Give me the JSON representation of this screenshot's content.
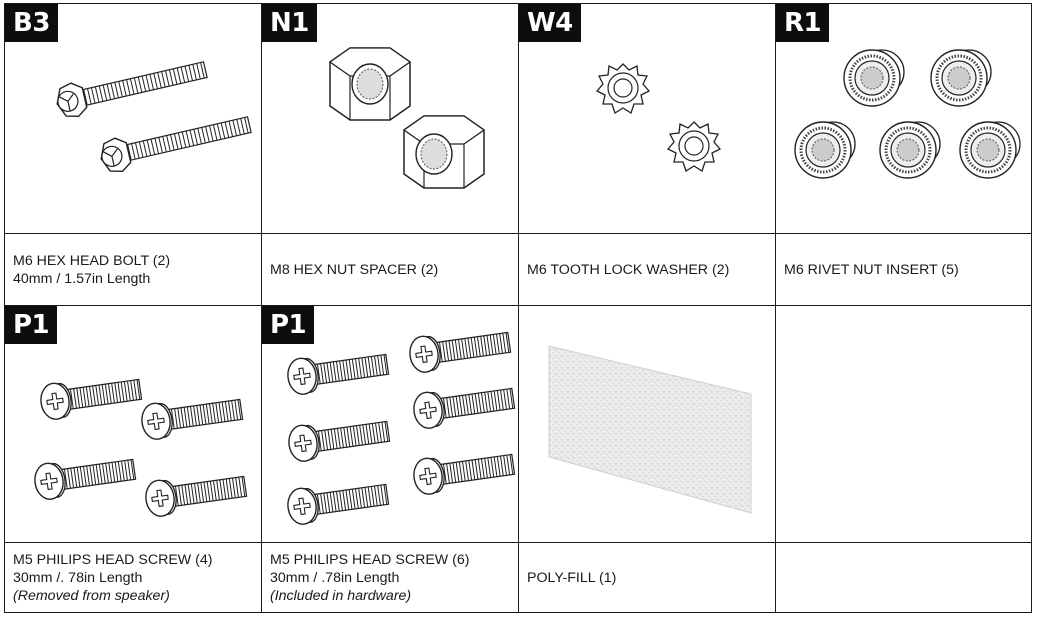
{
  "parts": [
    {
      "code": "B3",
      "line1": "M6 HEX HEAD BOLT (2)",
      "line2": "40mm / 1.57in Length",
      "note": "",
      "icon": "hex-bolt-icon"
    },
    {
      "code": "N1",
      "line1": "M8 HEX NUT SPACER (2)",
      "line2": "",
      "note": "",
      "icon": "hex-nut-icon"
    },
    {
      "code": "W4",
      "line1": "M6 TOOTH LOCK WASHER (2)",
      "line2": "",
      "note": "",
      "icon": "tooth-washer-icon"
    },
    {
      "code": "R1",
      "line1": "M6 RIVET NUT INSERT (5)",
      "line2": "",
      "note": "",
      "icon": "rivet-nut-icon"
    },
    {
      "code": "P1",
      "line1": "M5 PHILIPS HEAD SCREW (4)",
      "line2": "30mm /. 78in Length",
      "note": "(Removed from speaker)",
      "icon": "philips-screw-icon"
    },
    {
      "code": "P1",
      "line1": "M5 PHILIPS HEAD SCREW (6)",
      "line2": "30mm / .78in Length",
      "note": "(Included in hardware)",
      "icon": "philips-screw-icon"
    },
    {
      "code": "",
      "line1": "POLY-FILL (1)",
      "line2": "",
      "note": "",
      "icon": "poly-fill-icon"
    },
    {
      "code": "",
      "line1": "",
      "line2": "",
      "note": "",
      "icon": ""
    }
  ],
  "colors": {
    "ink": "#1a1a1a",
    "badge": "#0d0d0d",
    "polyfill": "#e4e4e4"
  }
}
